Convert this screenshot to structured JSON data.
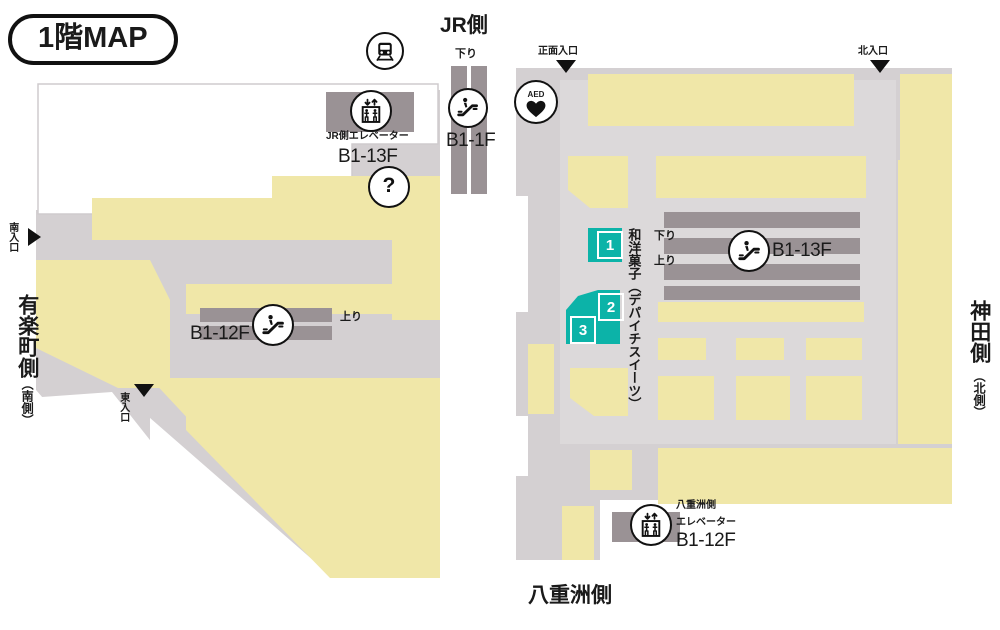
{
  "title": {
    "text": "1階MAP"
  },
  "palette": {
    "floor_gray": "#d4d0d2",
    "floor_gray_light": "#dcd9da",
    "shop_yellow": "#f0e7a8",
    "shop_yellow_soft": "#efe8b4",
    "stair_gray": "#9a9295",
    "teal": "#0cb3a8",
    "ink": "#1a1a1a",
    "white": "#ffffff"
  },
  "left_map": {
    "name": "yurakucho-side-floor-plan",
    "top_label": {
      "text": "JR側"
    },
    "escalator_jr": {
      "direction_label": "下り",
      "floor_label": "B1-1F",
      "icon": "escalator-icon"
    },
    "train_icon": "train-icon",
    "elevator": {
      "icon": "elevator-icon",
      "name_label": "JR側エレベーター",
      "floor_label": "B1-13F"
    },
    "information_icon": "question-mark-icon",
    "escalator_main": {
      "floor_label": "B1-12F",
      "direction_label": "上り",
      "icon": "escalator-icon"
    },
    "entrances": [
      {
        "name": "south-entrance",
        "label": "南入口",
        "arrow": "triangle-right"
      },
      {
        "name": "east-entrance",
        "label": "東入口",
        "arrow": "triangle-up-left"
      }
    ],
    "side_label": {
      "main": "有楽町側",
      "sub": "（南側）"
    }
  },
  "right_map": {
    "name": "yaesu-side-floor-plan",
    "entrances": [
      {
        "name": "front-entrance",
        "label": "正面入口",
        "arrow": "triangle-down"
      },
      {
        "name": "north-entrance",
        "label": "北入口",
        "arrow": "triangle-down"
      }
    ],
    "aed": {
      "icon": "aed-heart-icon",
      "label": "AED"
    },
    "escalator_main": {
      "down_label": "下り",
      "up_label": "上り",
      "floor_label": "B1-13F",
      "icon": "escalator-icon"
    },
    "shop_zone_label": {
      "text": "和洋菓子（デパイチスイーツ）"
    },
    "shop_markers": [
      {
        "name": "shop-marker-1",
        "number": "1"
      },
      {
        "name": "shop-marker-2",
        "number": "2"
      },
      {
        "name": "shop-marker-3",
        "number": "3"
      }
    ],
    "elevator": {
      "icon": "elevator-icon",
      "name_line1": "八重洲側",
      "name_line2": "エレベーター",
      "floor_label": "B1-12F"
    },
    "side_label_right": {
      "main": "神田側",
      "sub": "（北側）"
    },
    "bottom_label": {
      "text": "八重洲側"
    }
  }
}
